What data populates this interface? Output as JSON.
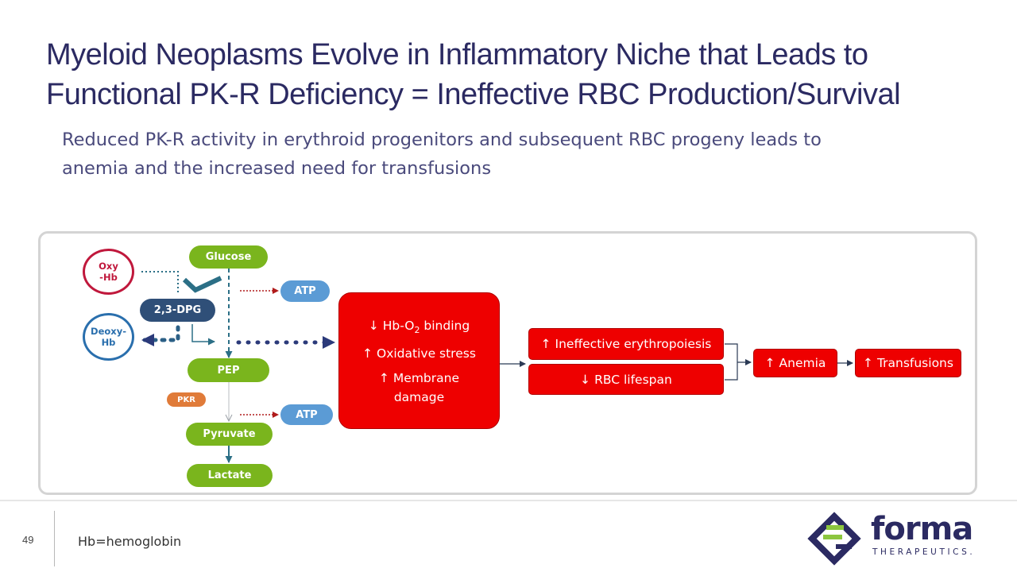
{
  "slide": {
    "title_lines": [
      "Myeloid Neoplasms Evolve in Inflammatory Niche that Leads to",
      "Functional PK-R Deficiency = Ineffective RBC Production/Survival"
    ],
    "subtitle_lines": [
      "Reduced PK-R activity in erythroid progenitors and subsequent RBC progeny leads to",
      "anemia and the increased need for transfusions"
    ],
    "page_number": "49",
    "footnote": "Hb=hemoglobin"
  },
  "diagram": {
    "glucose": "Glucose",
    "atp_top": "ATP",
    "dpg": "2,3-DPG",
    "pep": "PEP",
    "pkr": "PKR",
    "atp_bottom": "ATP",
    "pyruvate": "Pyruvate",
    "lactate": "Lactate",
    "oxy_hb_lines": [
      "Oxy",
      "-Hb"
    ],
    "deoxy_hb_lines": [
      "Deoxy-",
      "Hb"
    ],
    "effects": {
      "hb_arrow": "↓ Hb-O",
      "hb_sub": "2",
      "hb_rest": " binding",
      "oxidative": "↑ Oxidative stress",
      "membrane_lines": [
        "↑ Membrane",
        "damage"
      ]
    },
    "ineffective": "↑ Ineffective erythropoiesis",
    "rbc_lifespan": "↓ RBC lifespan",
    "anemia": "↑ Anemia",
    "transfusions": "↑ Transfusions"
  },
  "colors": {
    "title": "#2b2a62",
    "green": "#7ab51d",
    "blue": "#5b9bd5",
    "navy": "#2f4f78",
    "orange": "#e07b39",
    "red": "#ee0000",
    "teal": "#2b6f86",
    "oxy_ring": "#c0183c",
    "deoxy_ring": "#2a6fad"
  },
  "logo": {
    "name": "forma",
    "sub": "THERAPEUTICS."
  }
}
